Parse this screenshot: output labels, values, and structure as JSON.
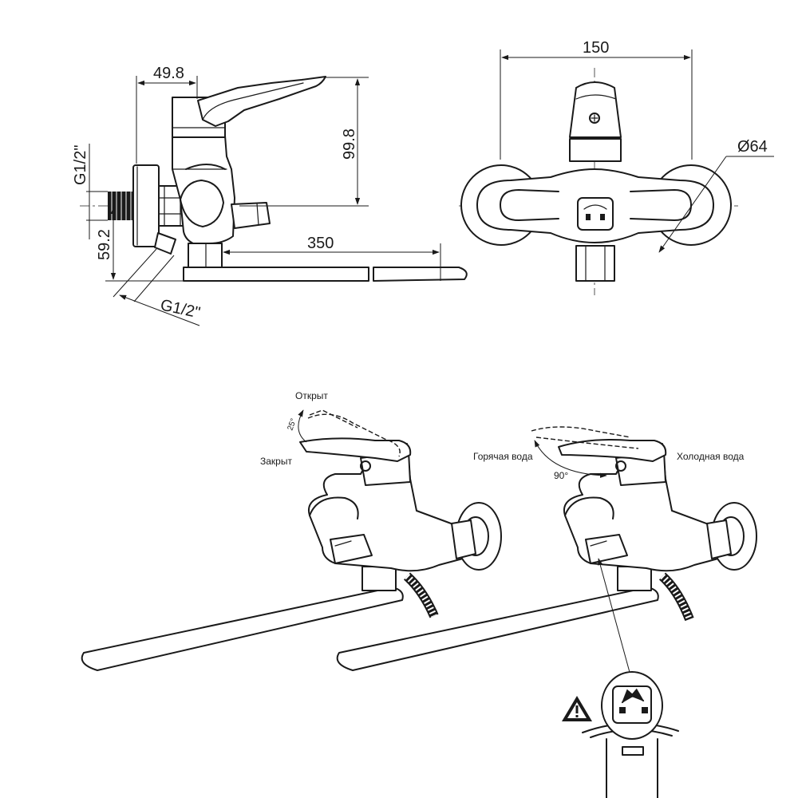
{
  "side_view": {
    "dim_top": "49.8",
    "dim_height": "99.8",
    "dim_thread_top": "G1/2\"",
    "dim_inlet_height": "59.2",
    "dim_spout_length": "350",
    "dim_thread_bottom": "G1/2\""
  },
  "front_view": {
    "dim_width": "150",
    "dim_diameter": "Ø64"
  },
  "lever_diagram": {
    "label_open": "Открыт",
    "label_closed": "Закрыт",
    "angle": "25°"
  },
  "temp_diagram": {
    "label_hot": "Горячая вода",
    "label_cold": "Холодная вода",
    "angle": "90°"
  },
  "icons": [
    "warning-icon",
    "diverter-symbol-icon"
  ]
}
